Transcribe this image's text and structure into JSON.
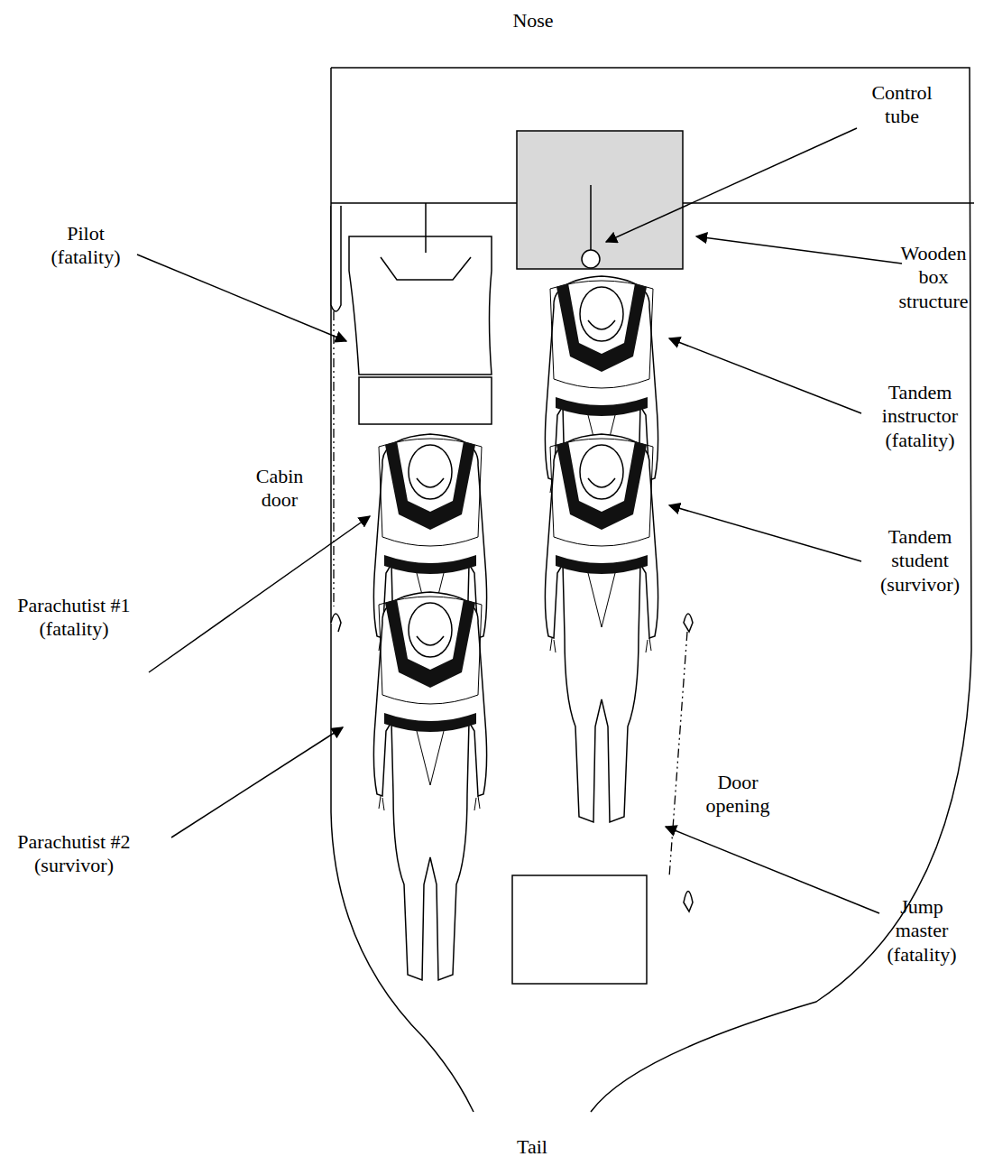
{
  "diagram": {
    "labels": [
      "Nose",
      "Control tube",
      "Pilot (fatality)",
      "Wooden box structure",
      "Tandem instructor (fatality)",
      "Cabin door",
      "Tandem student (survivor)",
      "Parachutist #1 (fatality)",
      "Door opening",
      "Parachutist #2 (survivor)",
      "Jump master (fatality)",
      "Tail"
    ]
  }
}
